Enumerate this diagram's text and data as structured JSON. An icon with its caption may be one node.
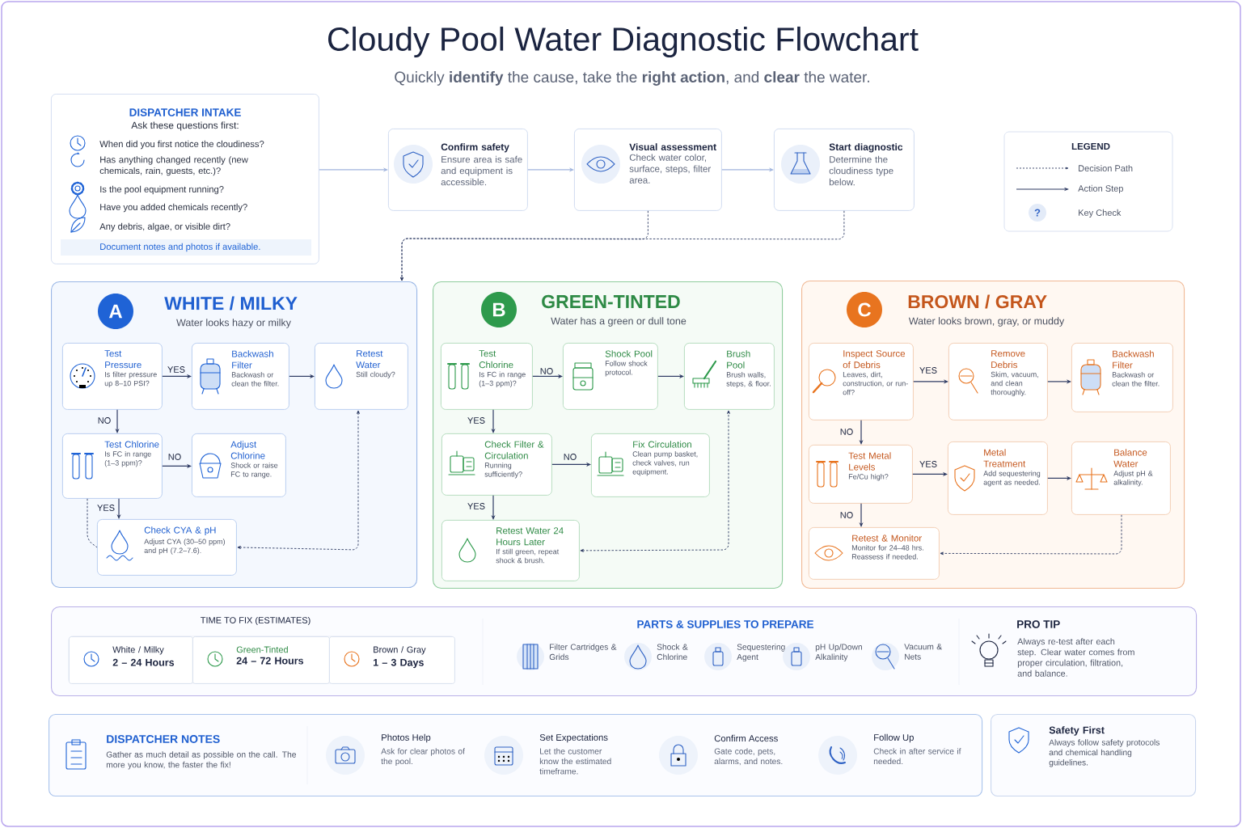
{
  "diagram": {
    "title": "Cloudy Pool Water Diagnostic Flowchart",
    "nodes": [
      {
        "text": [
          "DISPATCHER INTAKE",
          "Ask these questions first:",
          "When did you first notice the cloudiness?",
          "Has anything changed recently (new chemicals, rain, guests, etc.)?",
          "Is the pool equipment running?",
          "Have you added chemicals recently?",
          "Any debris, algae, or visible dirt?",
          "Document notes and photos if available."
        ]
      },
      {
        "text": [
          "Confirm safety",
          "Ensure area is safe and equipment is accessible."
        ]
      },
      {
        "text": [
          "Visual assessment",
          "Check water color, surface, steps, filter area."
        ]
      },
      {
        "text": [
          "Start diagnostic",
          "Determine the cloudiness type below."
        ]
      },
      {
        "text": [
          "A",
          "WHITE / MILKY",
          "Water looks hazy or milky"
        ]
      },
      {
        "text": [
          "Test Pressure",
          "Is filter pressure up 8–10 PSI?"
        ],
        "in": 4
      },
      {
        "text": [
          "Backwash Filter",
          "Backwash or clean the filter."
        ],
        "in": 4
      },
      {
        "text": [
          "Retest Water",
          "Still cloudy?"
        ],
        "in": 4
      },
      {
        "text": [
          "Test Chlorine",
          "Is FC in range (1–3 ppm)?"
        ],
        "in": 4
      },
      {
        "text": [
          "Adjust Chlorine",
          "Shock or raise FC to range."
        ],
        "in": 4
      },
      {
        "text": [
          "Check CYA & pH",
          "Adjust CYA (30–50 ppm) and pH (7.2–7.6)."
        ],
        "in": 4
      },
      {
        "text": [
          "B",
          "GREEN-TINTED",
          "Water has a green or dull tone"
        ]
      },
      {
        "text": [
          "Test Chlorine",
          "Is FC in range (1–3 ppm)?"
        ],
        "in": 11
      },
      {
        "text": [
          "Shock Pool",
          "Follow shock protocol."
        ],
        "in": 11
      },
      {
        "text": [
          "Brush Pool",
          "Brush walls, steps, & floor."
        ],
        "in": 11
      },
      {
        "text": [
          "Check Filter & Circulation",
          "Running sufficiently?"
        ],
        "in": 11
      },
      {
        "text": [
          "Fix Circulation",
          "Clean pump basket, check valves, run equipment."
        ],
        "in": 11
      },
      {
        "text": [
          "Retest Water 24 Hours Later",
          "If still green, repeat shock & brush."
        ],
        "in": 11
      },
      {
        "text": [
          "C",
          "BROWN / GRAY",
          "Water looks brown, gray, or muddy"
        ]
      },
      {
        "text": [
          "Inspect Source of Debris",
          "Leaves, dirt, construction, or run-off?"
        ],
        "in": 18
      },
      {
        "text": [
          "Remove Debris",
          "Skim, vacuum, and clean thoroughly."
        ],
        "in": 18
      },
      {
        "text": [
          "Backwash Filter",
          "Backwash or clean the filter."
        ],
        "in": 18
      },
      {
        "text": [
          "Test Metal Levels",
          "Fe/Cu high?"
        ],
        "in": 18
      },
      {
        "text": [
          "Metal Treatment",
          "Add sequestering agent as needed."
        ],
        "in": 18
      },
      {
        "text": [
          "Balance Water",
          "Adjust pH & alkalinity."
        ],
        "in": 18
      },
      {
        "text": [
          "Retest & Monitor",
          "Monitor for 24–48 hrs. Reassess if needed."
        ],
        "in": 18
      },
      {
        "text": [
          "TIME TO FIX (ESTIMATES)",
          "PARTS & SUPPLIES TO PREPARE",
          "Filter Cartridges & Grids",
          "Shock & Chlorine",
          "Sequestering Agent",
          "pH Up/Down Alkalinity",
          "Vacuum & Nets",
          "PRO TIP",
          "Always re-test after each step. Clear water comes from proper circulation, filtration, and balance."
        ]
      },
      {
        "text": [
          "White / Milky",
          "2 – 24 Hours"
        ],
        "in": 26
      },
      {
        "text": [
          "Green-Tinted",
          "24 – 72 Hours"
        ],
        "in": 26
      },
      {
        "text": [
          "Brown / Gray",
          "1 – 3 Days"
        ],
        "in": 26
      },
      {
        "text": [
          "DISPATCHER NOTES",
          "Gather as much detail as possible on the call. The more you know, the faster the fix!",
          "Photos Help",
          "Ask for clear photos of the pool.",
          "Set Expectations",
          "Let the customer know the estimated timeframe.",
          "Confirm Access",
          "Gate code, pets, alarms, and notes.",
          "Follow Up",
          "Check in after service if needed."
        ]
      },
      {
        "text": [
          "Safety First",
          "Always follow safety protocols and chemical handling guidelines."
        ]
      }
    ],
    "edges": [
      {
        "from": 0,
        "to": 1,
        "arrow": "to",
        "color": "#9fb3dd"
      },
      {
        "from": 1,
        "to": 2,
        "arrow": "to",
        "color": "#9fb3dd"
      },
      {
        "from": 2,
        "to": 3,
        "arrow": "to",
        "color": "#9fb3dd"
      },
      {
        "from": 2,
        "to": 4,
        "arrow": "to",
        "style": "dashed"
      },
      {
        "from": 3,
        "to": 4,
        "arrow": "to",
        "style": "dashed"
      },
      {
        "from": 5,
        "to": 6,
        "arrow": "to",
        "label": "YES"
      },
      {
        "from": 6,
        "to": 7,
        "arrow": "to"
      },
      {
        "from": 5,
        "to": 8,
        "arrow": "to",
        "label": "NO"
      },
      {
        "from": 8,
        "to": 9,
        "arrow": "to",
        "label": "NO"
      },
      {
        "from": 8,
        "to": 10,
        "arrow": "to",
        "label": "YES"
      },
      {
        "from": 8,
        "to": 10,
        "arrow": "none",
        "style": "dashed"
      },
      {
        "from": 10,
        "to": 7,
        "arrow": "both",
        "style": "dashed"
      },
      {
        "from": 12,
        "to": 13,
        "arrow": "to",
        "label": "NO"
      },
      {
        "from": 13,
        "to": 14,
        "arrow": "to"
      },
      {
        "from": 12,
        "to": 15,
        "arrow": "to",
        "label": "YES"
      },
      {
        "from": 15,
        "to": 16,
        "arrow": "to",
        "label": "NO"
      },
      {
        "from": 15,
        "to": 17,
        "arrow": "to",
        "label": "YES"
      },
      {
        "from": 17,
        "to": 14,
        "arrow": "both",
        "style": "dashed"
      },
      {
        "from": 19,
        "to": 20,
        "arrow": "to",
        "label": "YES"
      },
      {
        "from": 20,
        "to": 21,
        "arrow": "to"
      },
      {
        "from": 19,
        "to": 22,
        "arrow": "to",
        "label": "NO"
      },
      {
        "from": 22,
        "to": 23,
        "arrow": "to",
        "label": "YES"
      },
      {
        "from": 23,
        "to": 24,
        "arrow": "to"
      },
      {
        "from": 22,
        "to": 25,
        "arrow": "to",
        "label": "NO"
      },
      {
        "from": 24,
        "to": 25,
        "arrow": "to",
        "style": "dashed"
      }
    ],
    "labels": [
      "Quickly **identify** the cause, take the **right action**, and **clear** the water.",
      "LEGEND",
      "?"
    ],
    "legend": [
      {
        "text": "Decision Path"
      },
      {
        "text": "Action Step"
      },
      {
        "text": "Key Check"
      }
    ]
  }
}
